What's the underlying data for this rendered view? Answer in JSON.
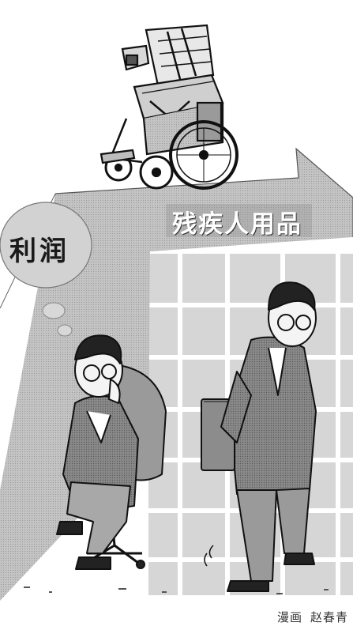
{
  "cartoon": {
    "arrow_label": "残疾人用品",
    "thought_bubble_text": "利润"
  },
  "caption": {
    "type_label": "漫画",
    "artist": "赵春青"
  }
}
